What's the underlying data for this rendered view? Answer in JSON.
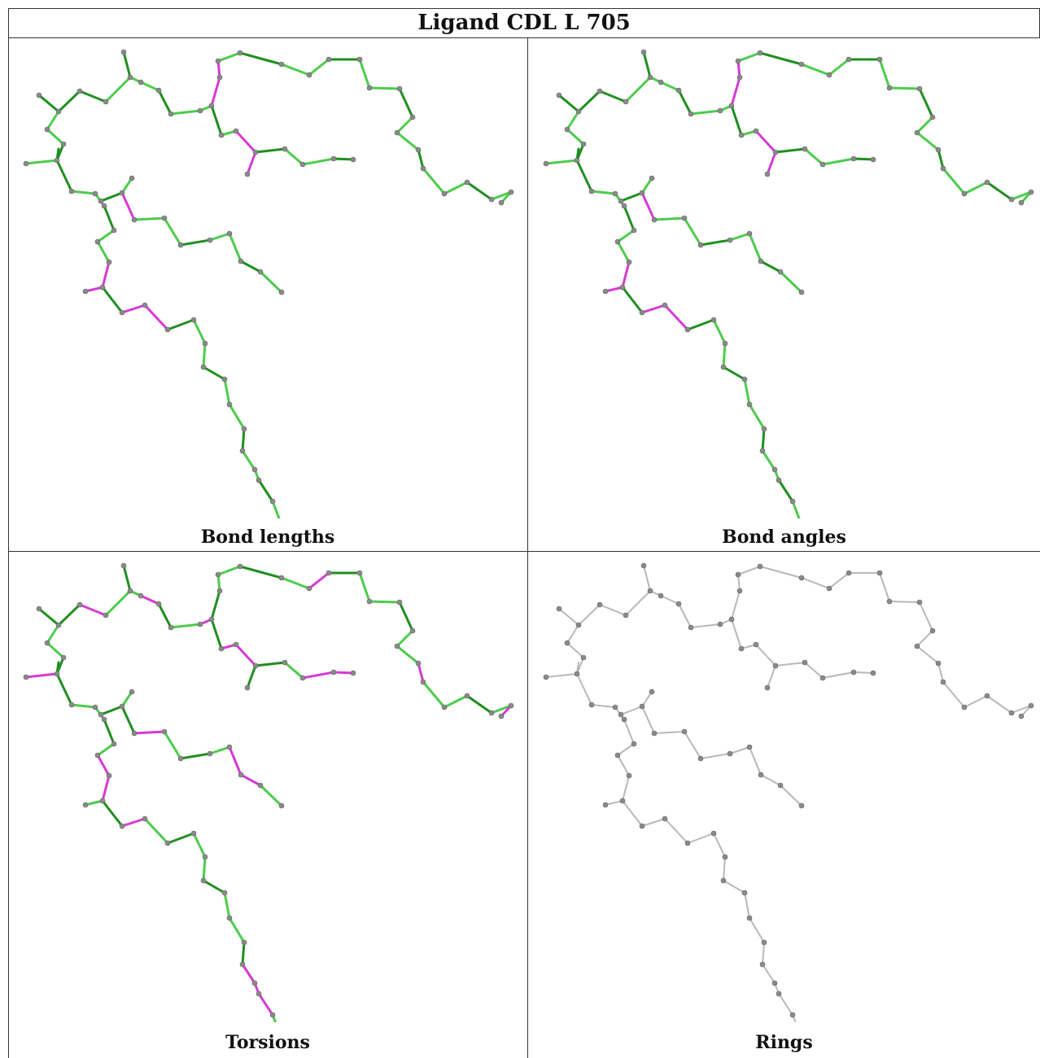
{
  "title": "Ligand CDL L 705",
  "panels": [
    {
      "id": "bond-lengths",
      "caption": "Bond lengths",
      "scheme": "lengths"
    },
    {
      "id": "bond-angles",
      "caption": "Bond angles",
      "scheme": "angles"
    },
    {
      "id": "torsions",
      "caption": "Torsions",
      "scheme": "torsions"
    },
    {
      "id": "rings",
      "caption": "Rings",
      "scheme": "rings"
    }
  ],
  "colors": {
    "green": "#4ccc4c",
    "dark_green": "#1f8f1f",
    "magenta": "#d63ad6",
    "gray_bond": "#b8b8b8",
    "atom": "#8a8a8a",
    "atom_stroke": "#666666",
    "border": "#333333"
  }
}
